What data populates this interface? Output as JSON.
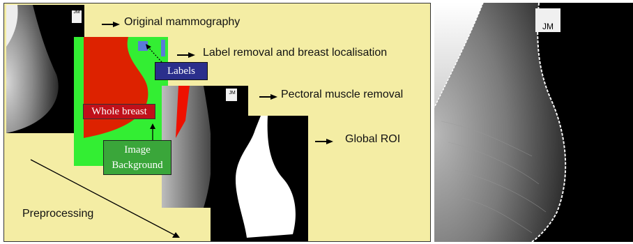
{
  "steps": {
    "original": "Original mammography",
    "label_removal": "Label removal and breast localisation",
    "pectoral": "Pectoral muscle removal",
    "global_roi": "Global ROI"
  },
  "segment_labels": {
    "labels": "Labels",
    "whole_breast": "Whole breast",
    "image_background_line1": "Image",
    "image_background_line2": "Background"
  },
  "process_label": "Preprocessing",
  "film_marker": "JM",
  "colors": {
    "panel_bg": "#f4eda4",
    "segment_green": "#33ee33",
    "segment_red": "#dd2200",
    "labels_box": "#2b2f8c",
    "whole_breast_box": "#c0101a",
    "background_box": "#3aa63a"
  }
}
